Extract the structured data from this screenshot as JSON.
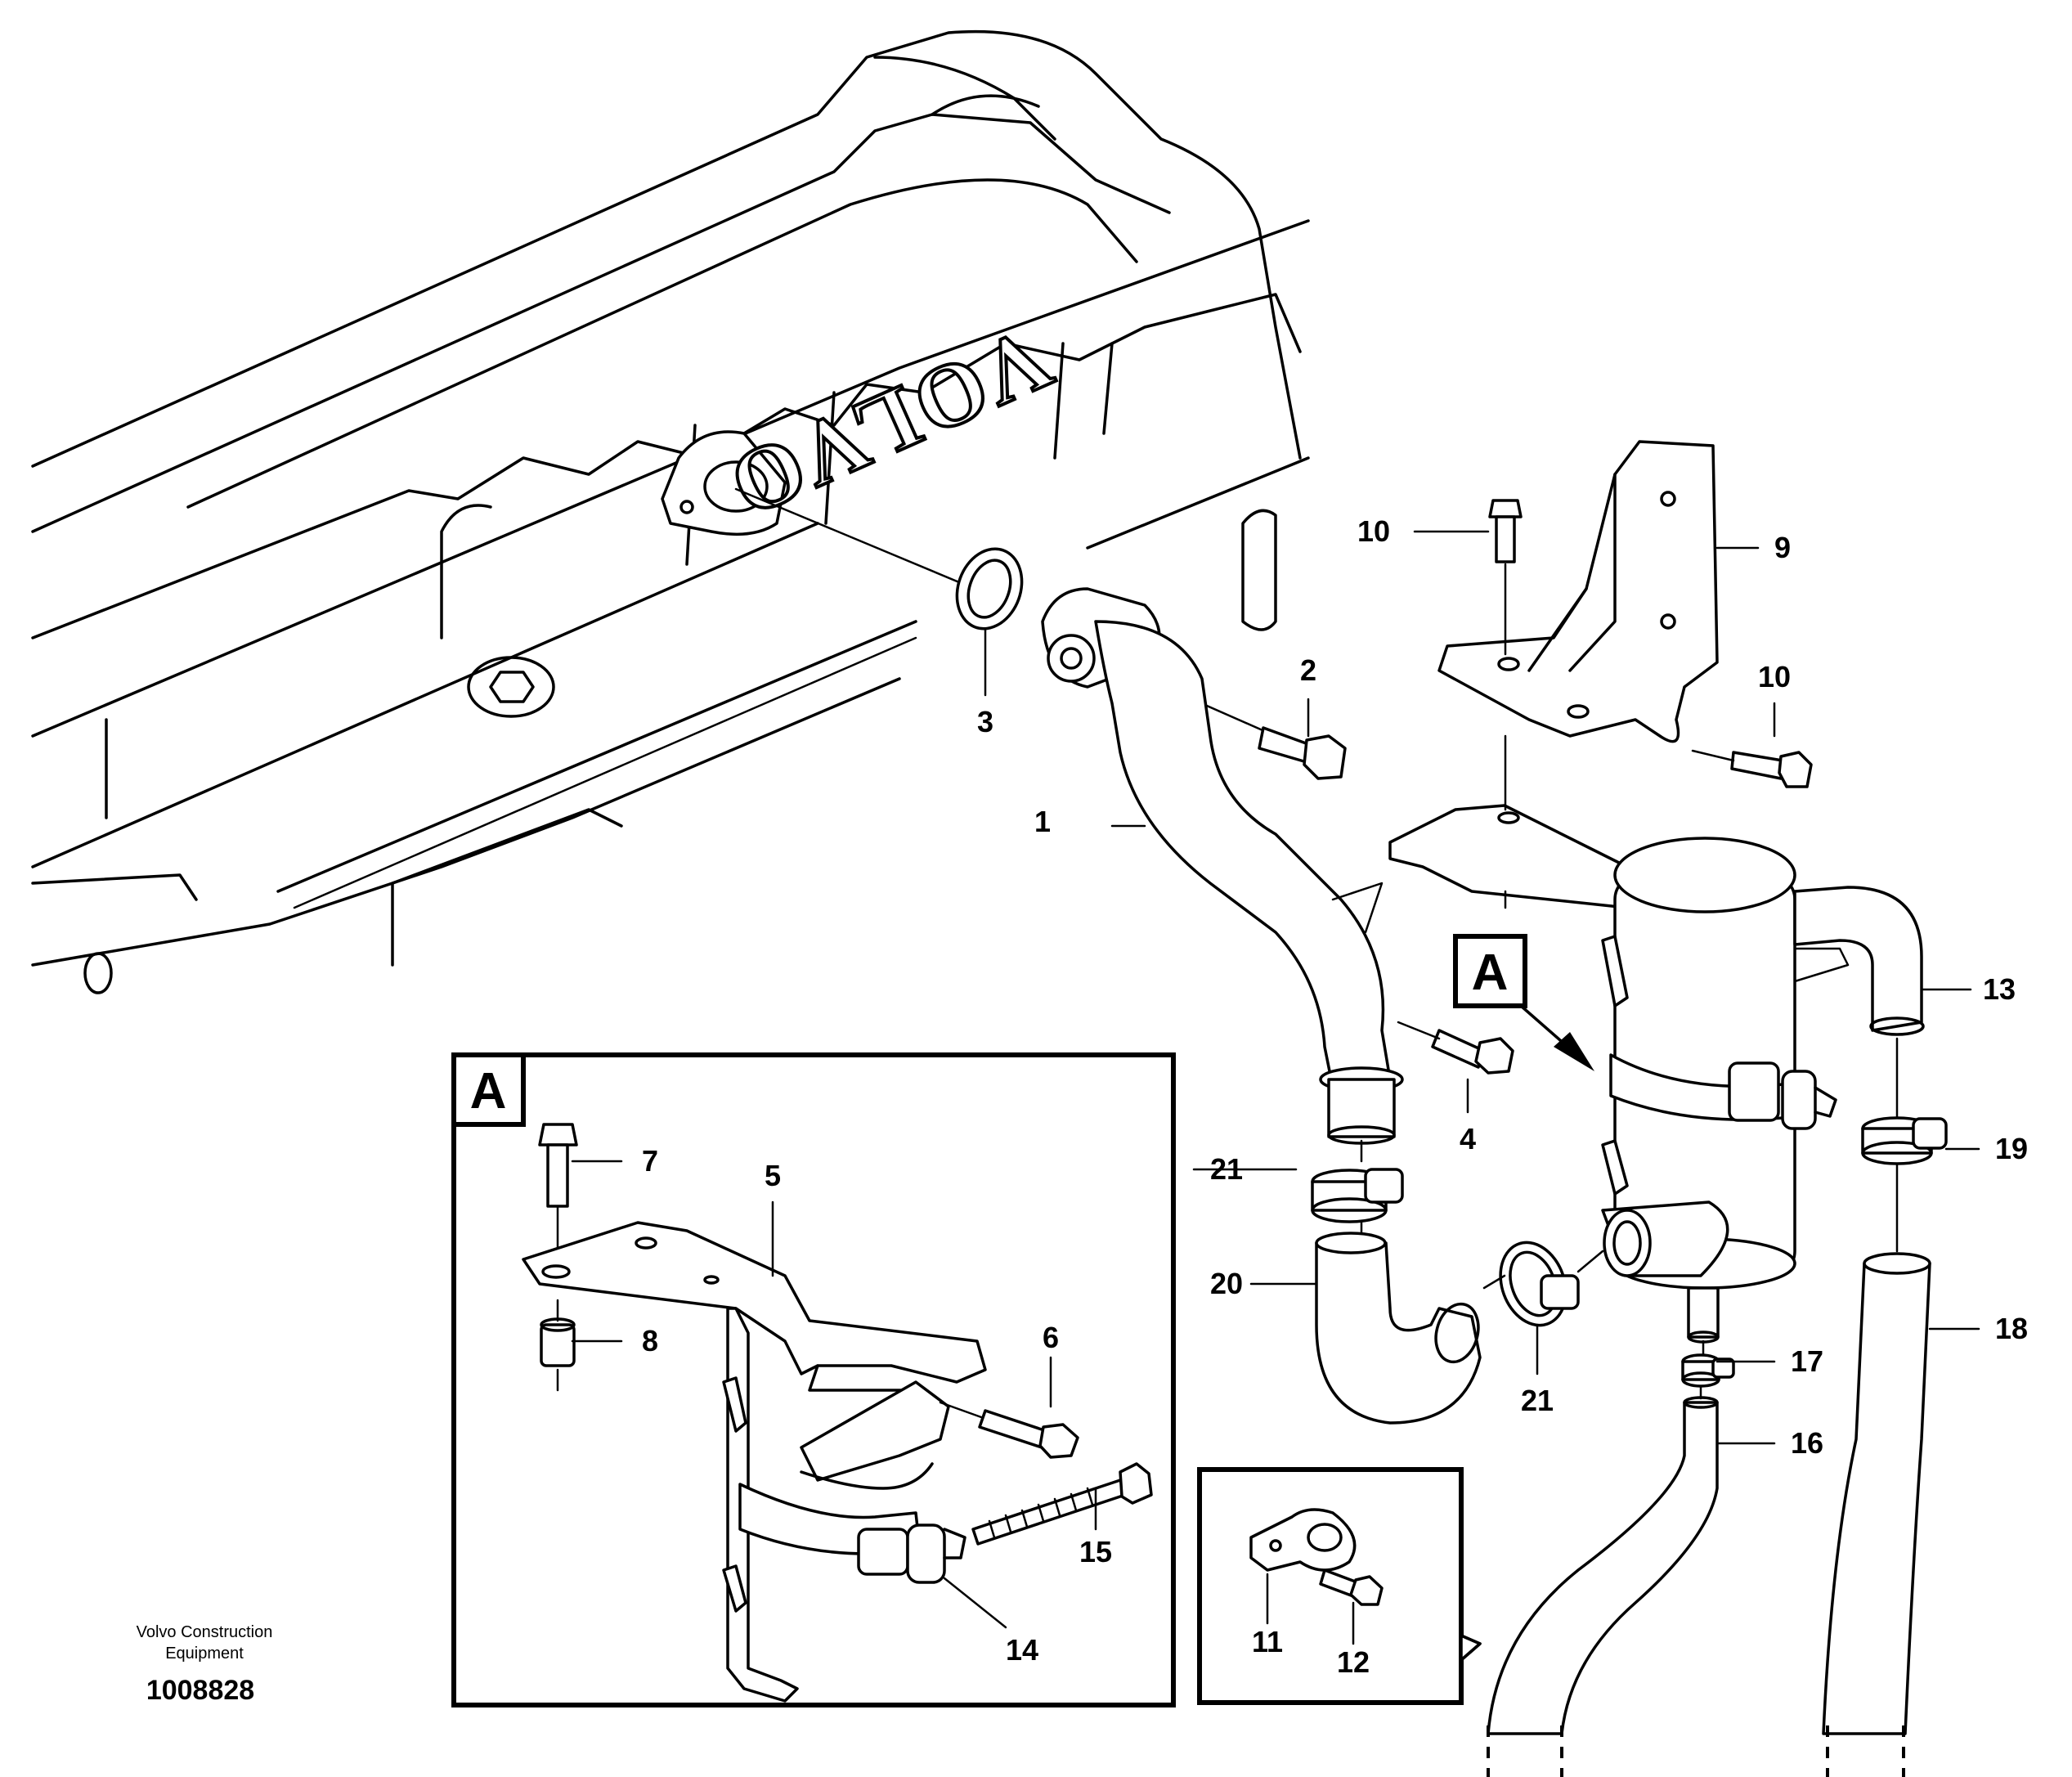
{
  "engine_logo": "VOLVO",
  "part_labels": [
    "1",
    "2",
    "3",
    "4",
    "5",
    "6",
    "7",
    "8",
    "9",
    "10",
    "10",
    "11",
    "12",
    "13",
    "14",
    "15",
    "16",
    "17",
    "18",
    "19",
    "20",
    "21",
    "21"
  ],
  "detail_view": {
    "letter": "A"
  },
  "publisher": {
    "line1": "Volvo Construction",
    "line2": "Equipment"
  },
  "illustration_number": "1008828"
}
